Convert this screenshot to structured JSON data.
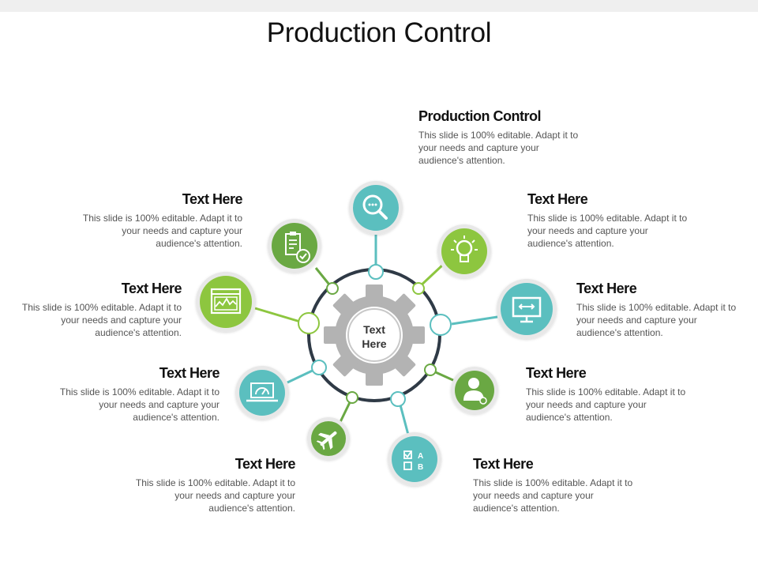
{
  "title": "Production Control",
  "center": {
    "line1": "Text",
    "line2": "Here"
  },
  "blocks": {
    "top": {
      "heading": "Production Control",
      "desc": "This slide is 100% editable. Adapt it to your needs and capture your audience's attention."
    },
    "r1": {
      "heading": "Text Here",
      "desc": "This slide is 100% editable. Adapt it to your needs and capture your audience's attention."
    },
    "r2": {
      "heading": "Text Here",
      "desc": "This slide is 100% editable. Adapt it to your needs and capture your audience's attention."
    },
    "r3": {
      "heading": "Text Here",
      "desc": "This slide is 100% editable. Adapt it to your needs and capture your audience's attention."
    },
    "r4": {
      "heading": "Text Here",
      "desc": "This slide is 100% editable. Adapt it to your needs and capture your audience's attention."
    },
    "l1": {
      "heading": "Text Here",
      "desc": "This slide is 100% editable. Adapt it to your needs and capture your audience's attention."
    },
    "l2": {
      "heading": "Text Here",
      "desc": "This slide is 100% editable. Adapt it to your needs and capture your audience's attention."
    },
    "l3": {
      "heading": "Text Here",
      "desc": "This slide is 100% editable. Adapt it to your needs and capture your audience's attention."
    },
    "l4": {
      "heading": "Text Here",
      "desc": "This slide is 100% editable. Adapt it to your needs and capture your audience's attention."
    }
  },
  "icons": {
    "magnifier": "magnifier-icon",
    "bulb": "lightbulb-icon",
    "monitor": "monitor-icon",
    "user": "user-settings-icon",
    "ab": "ab-test-icon",
    "plane": "airplane-icon",
    "laptop": "laptop-gauge-icon",
    "chart": "chart-window-icon",
    "clipboard": "clipboard-check-icon"
  },
  "colors": {
    "teal": "#5bbfbf",
    "green": "#8dc63f",
    "darkgreen": "#6aa843",
    "ring": "#2f3a46",
    "gear": "#b3b3b3"
  }
}
